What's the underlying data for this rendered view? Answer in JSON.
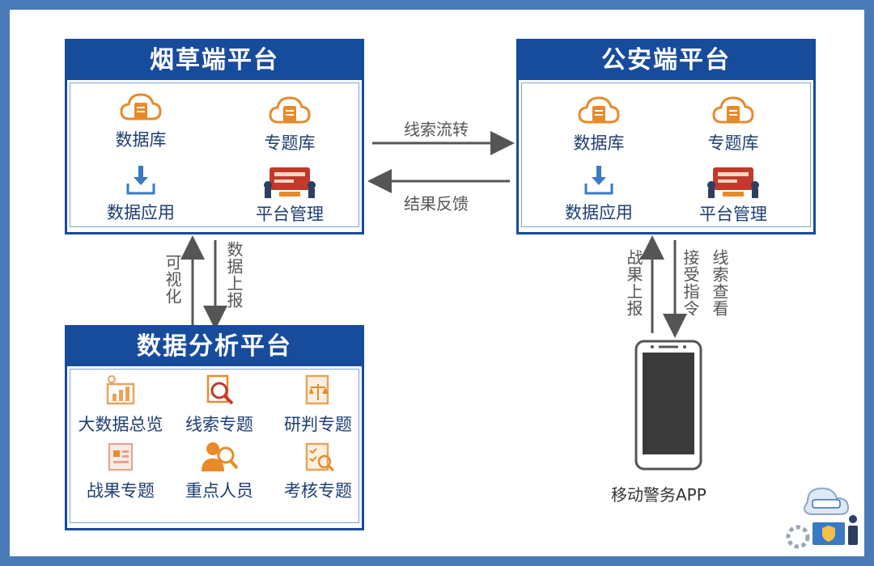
{
  "tobacco": {
    "title": "烟草端平台",
    "items": [
      "数据库",
      "专题库",
      "数据应用",
      "平台管理"
    ]
  },
  "police": {
    "title": "公安端平台",
    "items": [
      "数据库",
      "专题库",
      "数据应用",
      "平台管理"
    ]
  },
  "analysis": {
    "title": "数据分析平台",
    "items": [
      "大数据总览",
      "线索专题",
      "研判专题",
      "战果专题",
      "重点人员",
      "考核专题"
    ]
  },
  "edges": {
    "clue_flow": "线索流转",
    "result_feedback": "结果反馈",
    "visualize": "可视化",
    "data_report": "数据上报",
    "battle_report": "战果上报",
    "receive_cmd": "接受指令",
    "clue_view": "线索查看"
  },
  "app": {
    "label": "移动警务APP"
  },
  "colors": {
    "navy": "#174b9c",
    "frame": "#4a7ab8",
    "orange": "#e88a2a"
  }
}
